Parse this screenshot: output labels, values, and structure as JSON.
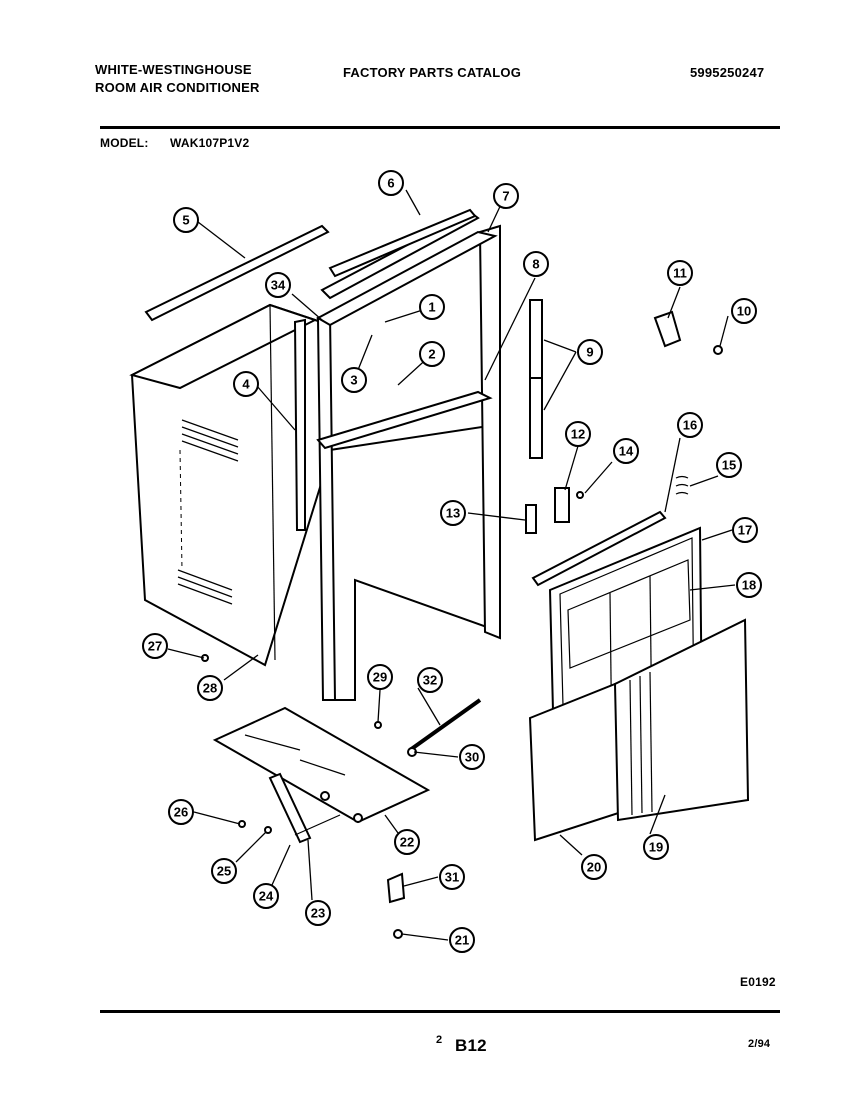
{
  "header": {
    "brand_line1": "WHITE-WESTINGHOUSE",
    "brand_line2": "ROOM AIR CONDITIONER",
    "catalog_title": "FACTORY PARTS CATALOG",
    "catalog_number": "5995250247"
  },
  "model": {
    "label": "MODEL:",
    "value": "WAK107P1V2"
  },
  "diagram_code": "E0192",
  "footer": {
    "page_small": "2",
    "page_code": "B12",
    "date": "2/94"
  },
  "callouts": [
    "1",
    "2",
    "3",
    "4",
    "5",
    "6",
    "7",
    "8",
    "9",
    "10",
    "11",
    "12",
    "13",
    "14",
    "15",
    "16",
    "17",
    "18",
    "19",
    "20",
    "21",
    "22",
    "23",
    "24",
    "25",
    "26",
    "27",
    "28",
    "29",
    "30",
    "31",
    "32",
    "34"
  ],
  "colors": {
    "ink": "#000000",
    "paper": "#ffffff"
  }
}
